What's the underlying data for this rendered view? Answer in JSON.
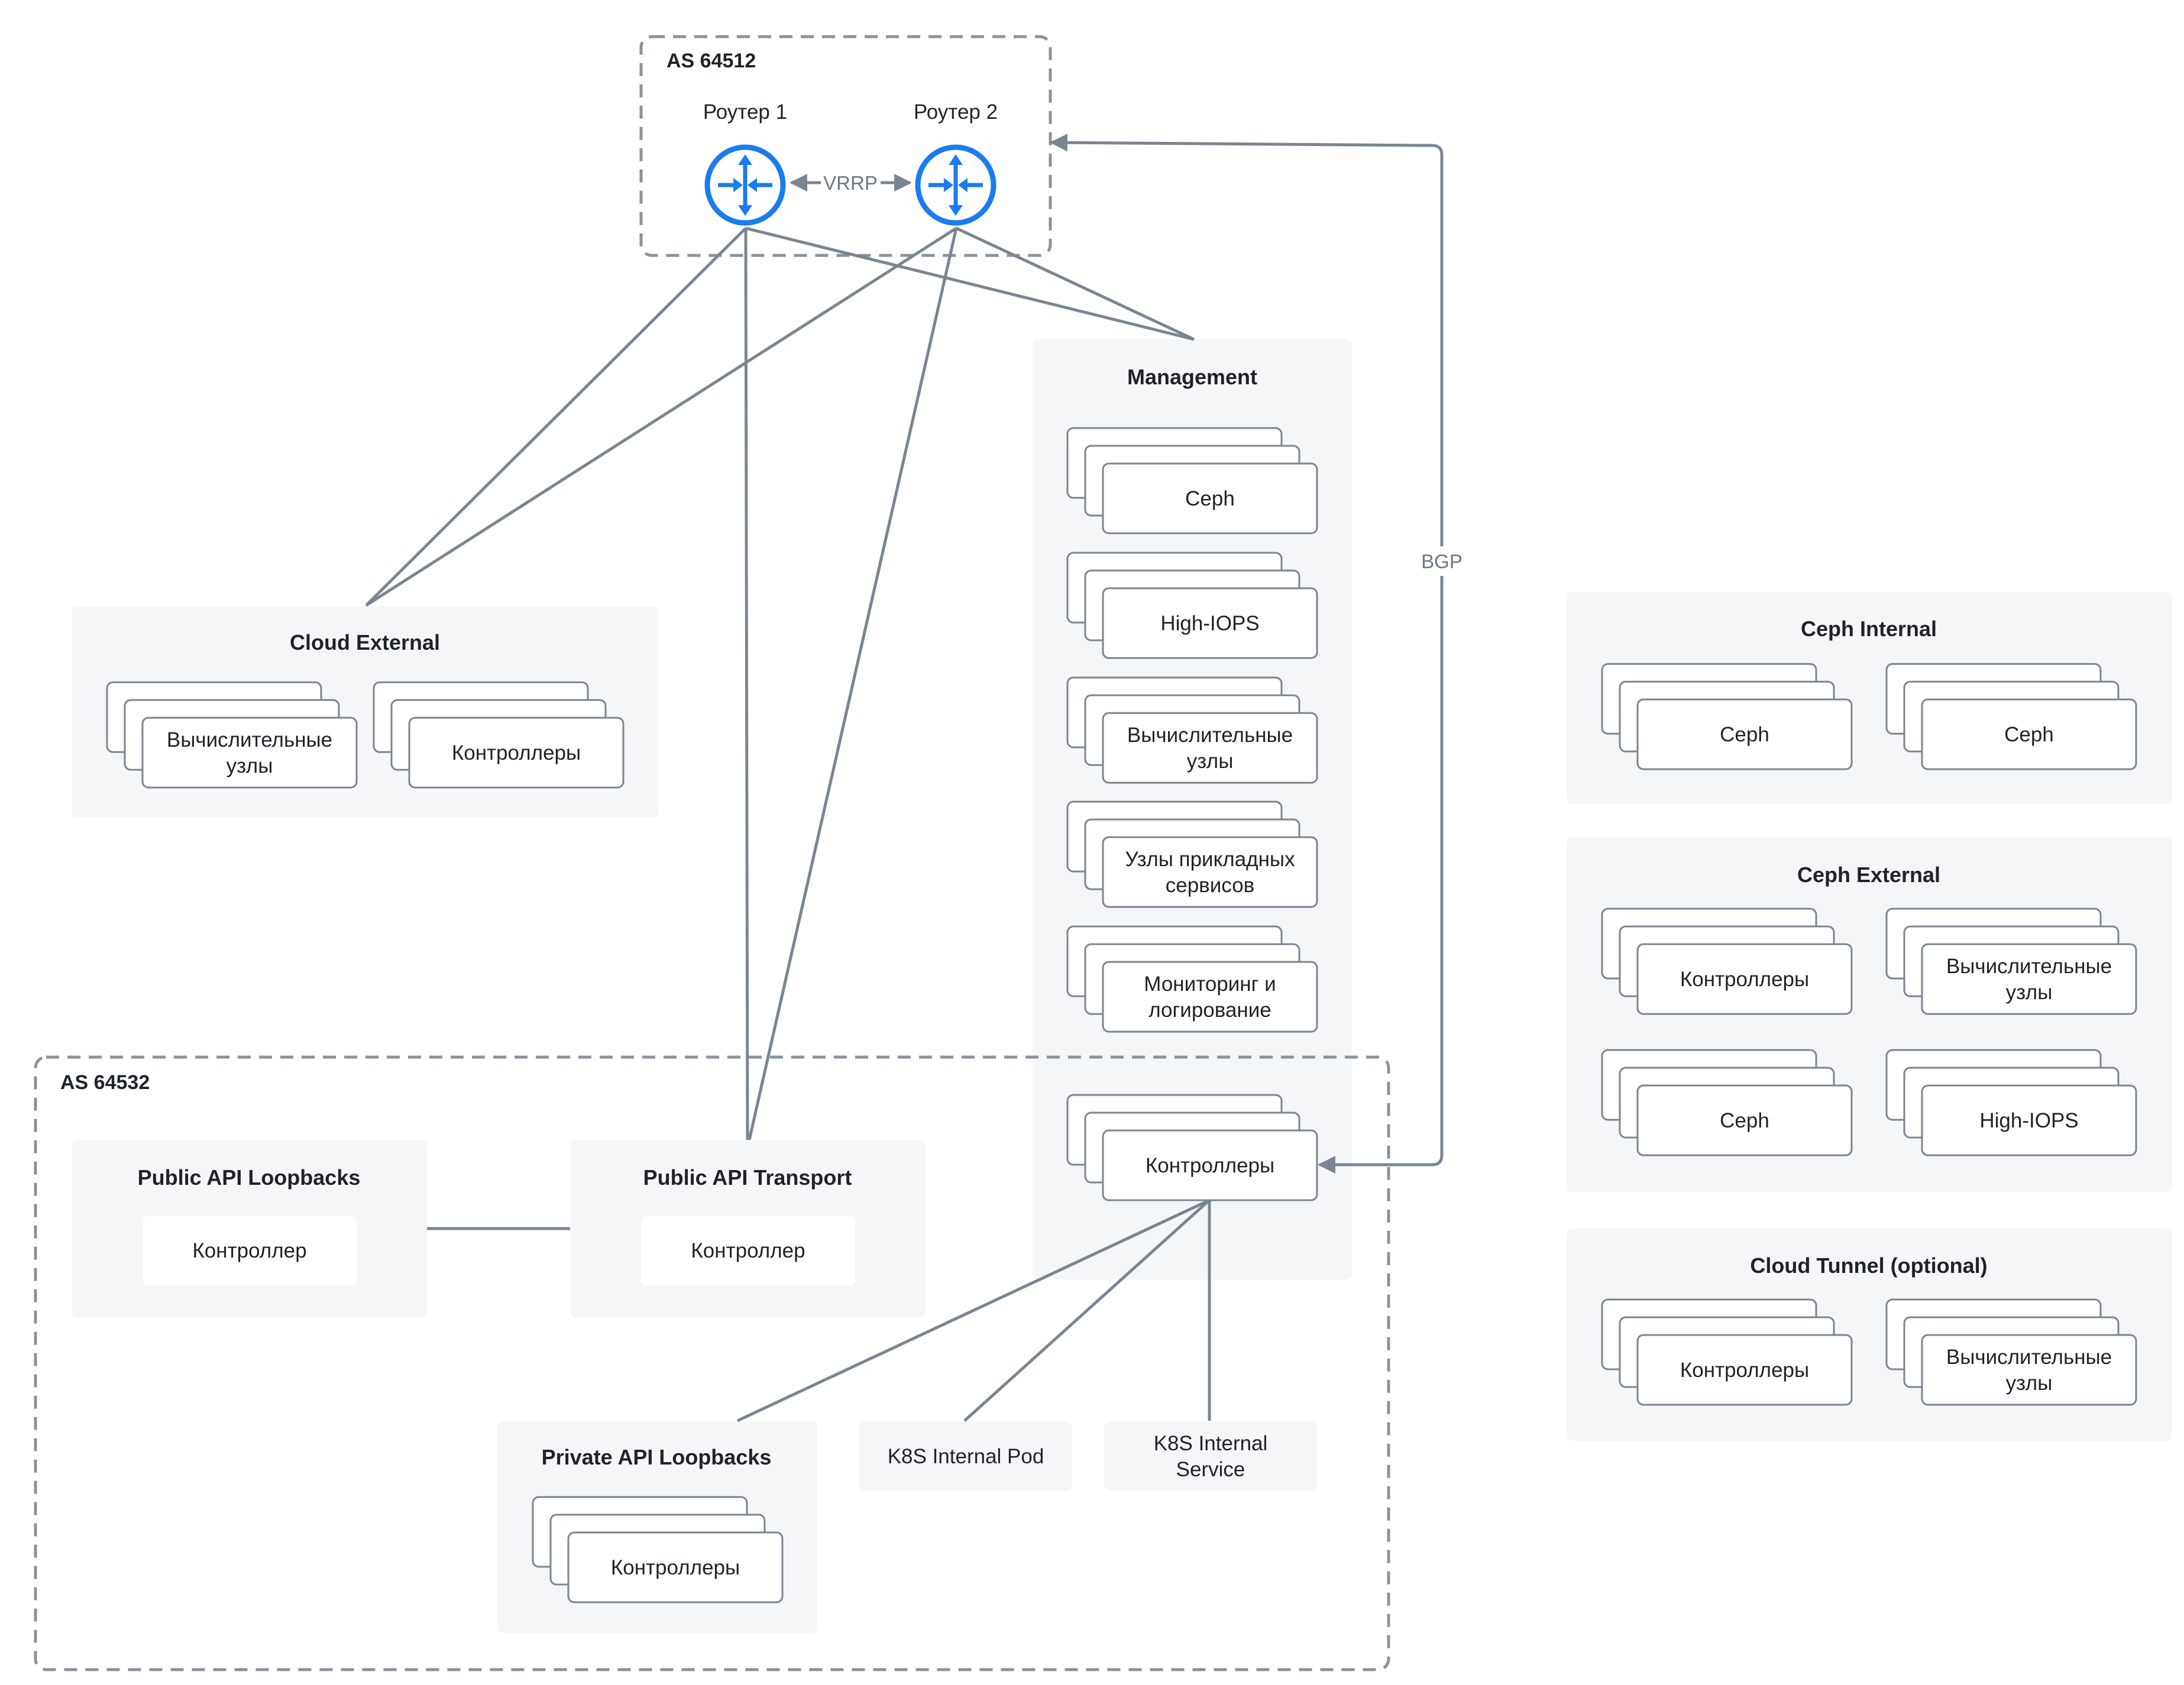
{
  "as_top": {
    "title": "AS 64512"
  },
  "as_bottom": {
    "title": "AS 64532"
  },
  "routers": [
    {
      "label": "Роутер 1",
      "icon": "router-icon"
    },
    {
      "label": "Роутер 2",
      "icon": "router-icon"
    }
  ],
  "edges": {
    "vrrp": "VRRP",
    "bgp": "BGP"
  },
  "management": {
    "title": "Management",
    "stacks": [
      [
        "Ceph"
      ],
      [
        "High-IOPS"
      ],
      [
        "Вычислительные",
        "узлы"
      ],
      [
        "Узлы прикладных",
        "сервисов"
      ],
      [
        "Мониторинг и",
        "логирование"
      ],
      [
        "Контроллеры"
      ]
    ]
  },
  "cloud_external": {
    "title": "Cloud External",
    "stacks": [
      [
        "Вычислительные",
        "узлы"
      ],
      [
        "Контроллеры"
      ]
    ]
  },
  "public_api_loopbacks": {
    "title": "Public API Loopbacks",
    "card": "Контроллер"
  },
  "public_api_transport": {
    "title": "Public API Transport",
    "card": "Контроллер"
  },
  "private_api_loopbacks": {
    "title": "Private API Loopbacks",
    "stacks": [
      [
        "Контроллеры"
      ]
    ]
  },
  "k8s_pod": {
    "lines": [
      "K8S Internal Pod"
    ]
  },
  "k8s_service": {
    "lines": [
      "K8S Internal",
      "Service"
    ]
  },
  "ceph_internal": {
    "title": "Ceph Internal",
    "stacks": [
      [
        "Ceph"
      ],
      [
        "Ceph"
      ]
    ]
  },
  "ceph_external": {
    "title": "Ceph External",
    "stacks": [
      [
        "Контроллеры"
      ],
      [
        "Вычислительные",
        "узлы"
      ],
      [
        "Ceph"
      ],
      [
        "High-IOPS"
      ]
    ]
  },
  "cloud_tunnel": {
    "title": "Cloud Tunnel (optional)",
    "stacks": [
      [
        "Контроллеры"
      ],
      [
        "Вычислительные",
        "узлы"
      ]
    ]
  },
  "colors": {
    "router": "#1a7cf0",
    "connector": "#7a8591",
    "region_fill": "#f5f6f7"
  }
}
